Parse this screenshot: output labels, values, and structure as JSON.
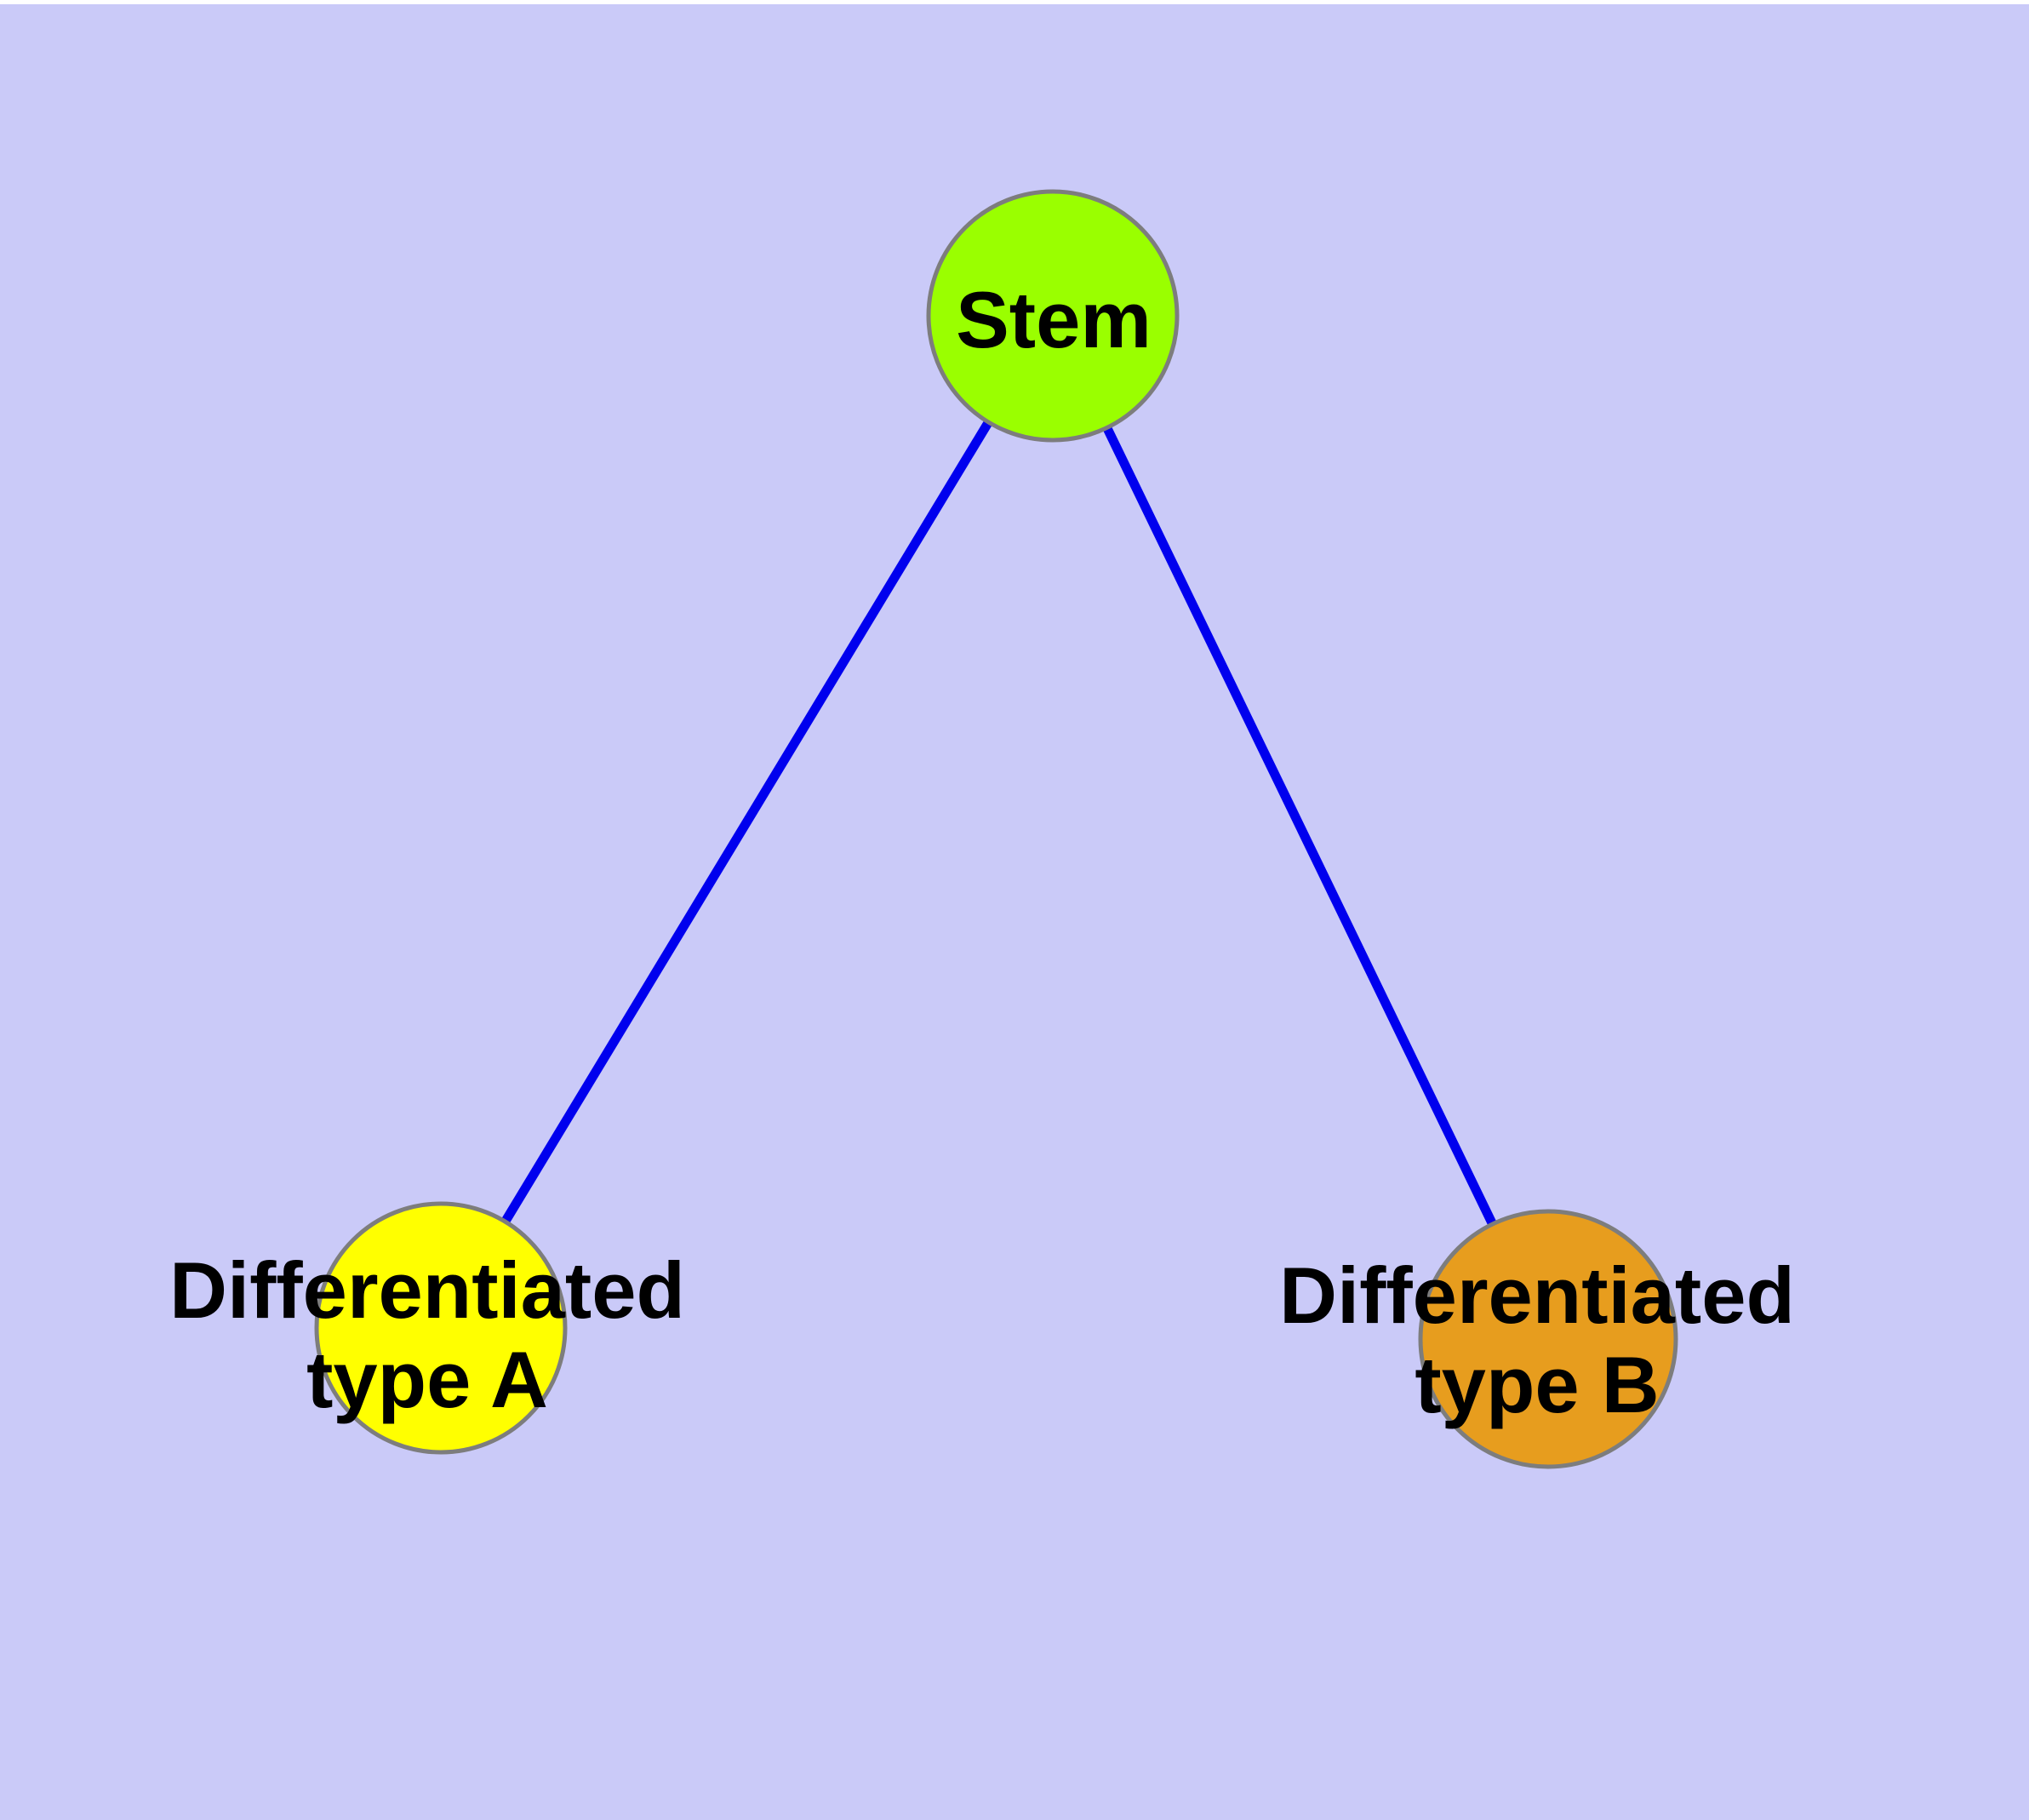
{
  "colors": {
    "background": "#cacaf8",
    "top_strip": "#ffffff",
    "edge": "#0000ee",
    "node_border": "#7d7d7d",
    "label_text": "#000000"
  },
  "nodes": {
    "stem": {
      "label": "Stem",
      "fill": "#9aff00"
    },
    "type_a": {
      "label_line1": "Differentiated",
      "label_line2": "type A",
      "fill": "#ffff00"
    },
    "type_b": {
      "label_line1": "Differentiated",
      "label_line2": "type B",
      "fill": "#e79d1e"
    }
  },
  "edges": [
    {
      "from": "Stem",
      "to": "Differentiated type A"
    },
    {
      "from": "Stem",
      "to": "Differentiated type B"
    }
  ]
}
